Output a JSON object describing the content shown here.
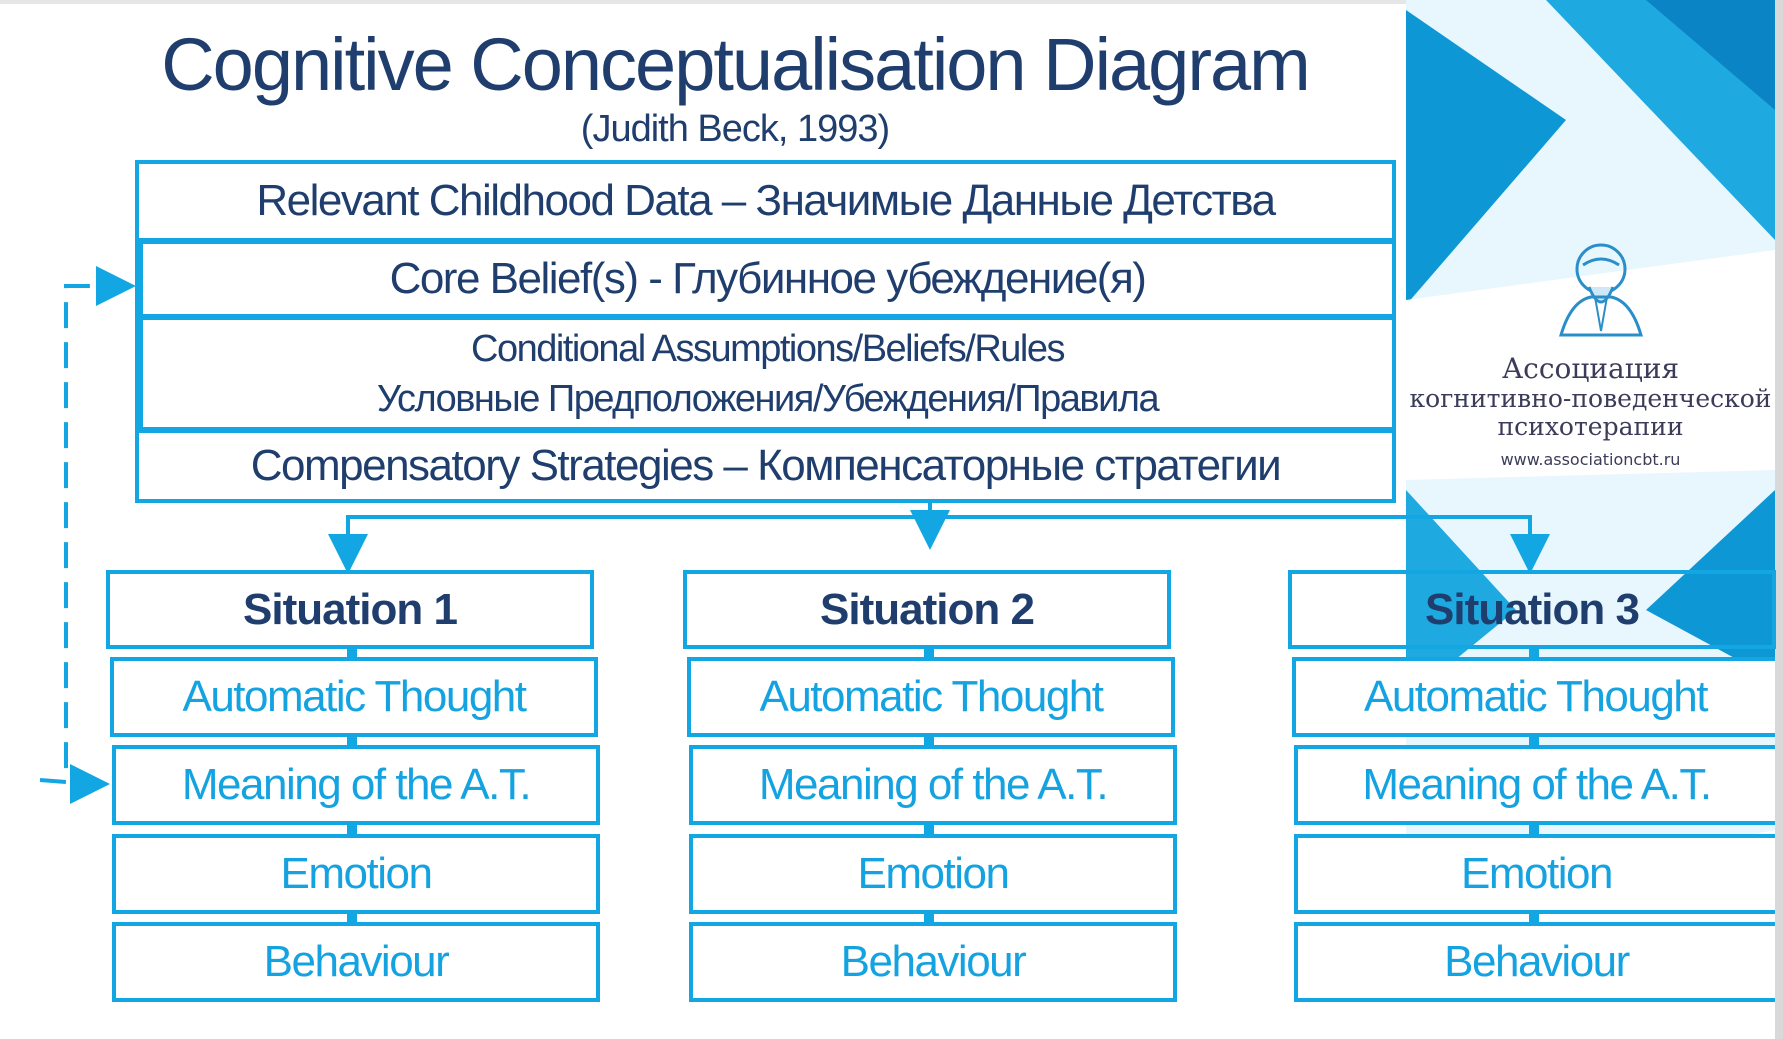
{
  "title": "Cognitive Conceptualisation Diagram",
  "subtitle": "(Judith Beck, 1993)",
  "levels": {
    "childhood": "Relevant Childhood Data – Значимые Данные Детства",
    "core": "Core Belief(s) - Глубинное убеждение(я)",
    "conditional_line1": "Conditional Assumptions/Beliefs/Rules",
    "conditional_line2": "Условные Предположения/Убеждения/Правила",
    "compensatory": "Compensatory Strategies – Компенсаторные стратегии"
  },
  "situations": [
    {
      "title": "Situation 1",
      "automatic": "Automatic Thought",
      "meaning": "Meaning of the A.T.",
      "emotion": "Emotion",
      "behaviour": "Behaviour"
    },
    {
      "title": "Situation 2",
      "automatic": "Automatic Thought",
      "meaning": "Meaning of the A.T.",
      "emotion": "Emotion",
      "behaviour": "Behaviour"
    },
    {
      "title": "Situation 3",
      "automatic": "Automatic Thought",
      "meaning": "Meaning of the A.T.",
      "emotion": "Emotion",
      "behaviour": "Behaviour"
    }
  ],
  "logo": {
    "line1": "Ассоциация",
    "line2": "когнитивно-поведенческой",
    "line3": "психотерапии",
    "url": "www.associationcbt.ru"
  },
  "colors": {
    "accent": "#12a7e2",
    "title": "#1f3e6e",
    "cell_text": "#14a3e0",
    "panel_blue": "#0d97d4"
  }
}
